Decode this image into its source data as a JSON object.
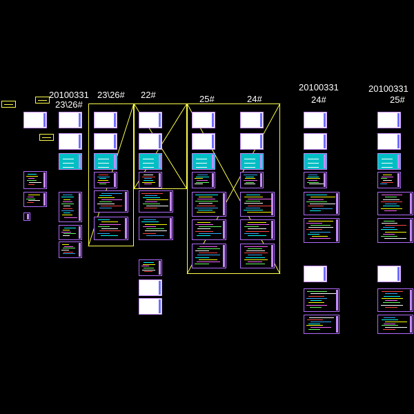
{
  "labels": {
    "g1_date": "20100331",
    "g1_bld": "23\\26#",
    "g2_bld": "23\\26#",
    "g3_bld": "22#",
    "g4_bld": "25#",
    "g5_bld": "24#",
    "g6_date": "20100331",
    "g6_bld": "24#",
    "g7_date": "20100331",
    "g7_bld": "25#"
  },
  "colors": {
    "background": "#000000",
    "frame": "#ffff4d",
    "sheet_border": "#b36cff",
    "cyan_fill": "#00bfc4",
    "white_fill": "#ffffff"
  }
}
